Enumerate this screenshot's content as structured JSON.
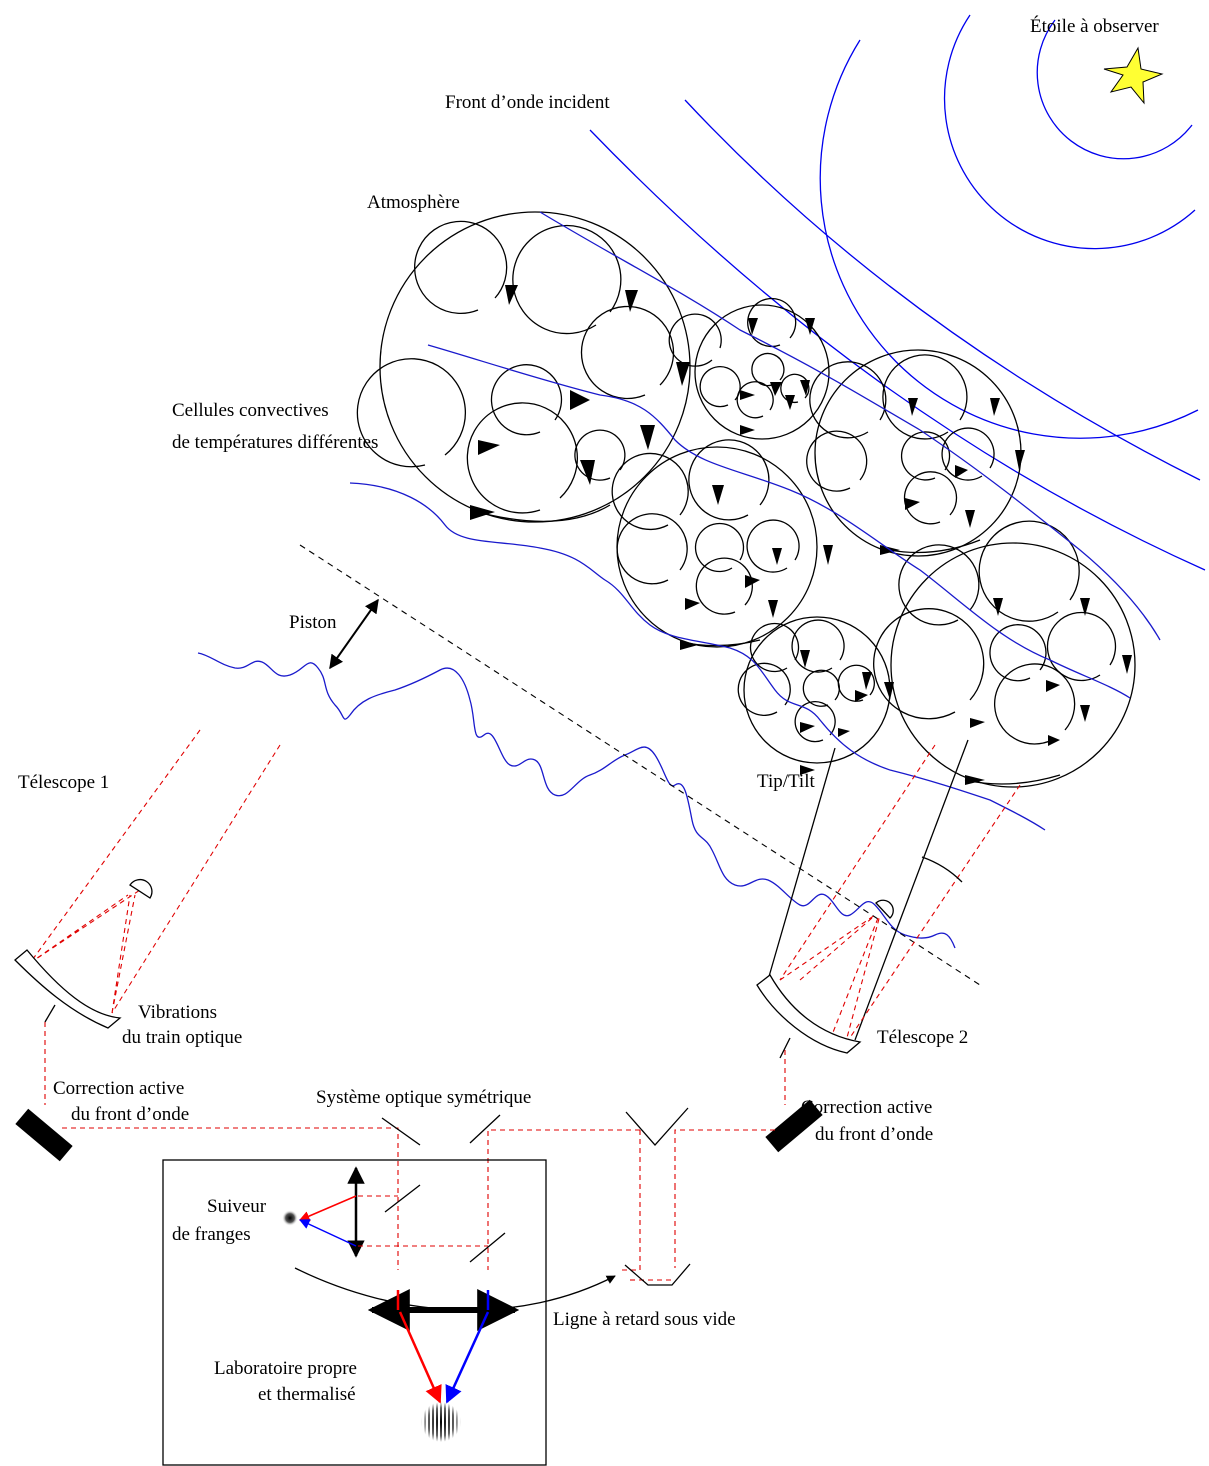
{
  "labels": {
    "star": "Étoile à observer",
    "incident_wavefront": "Front d’onde incident",
    "atmosphere": "Atmosphère",
    "cells_line1": "Cellules convectives",
    "cells_line2": "de températures différentes",
    "piston": "Piston",
    "telescope1": "Télescope 1",
    "tiptilt": "Tip/Tilt",
    "vibrations_line1": "Vibrations",
    "vibrations_line2": "du train optique",
    "telescope2": "Télescope 2",
    "correction_left_line1": "Correction active",
    "correction_left_line2": "du front d’onde",
    "symmetric_system": "Système optique symétrique",
    "correction_right_line1": "Correction active",
    "correction_right_line2": "du front d’onde",
    "fringe_tracker_line1": "Suiveur",
    "fringe_tracker_line2": "de franges",
    "delay_line": "Ligne à retard sous vide",
    "lab_line1": "Laboratoire propre",
    "lab_line2": "et thermalisé"
  },
  "colors": {
    "wavefront": "#0000ee",
    "beam": "#e00000",
    "star": "#ffff33",
    "ink": "#000000",
    "beam_red": "#ff0000",
    "beam_blue": "#0000ff"
  }
}
